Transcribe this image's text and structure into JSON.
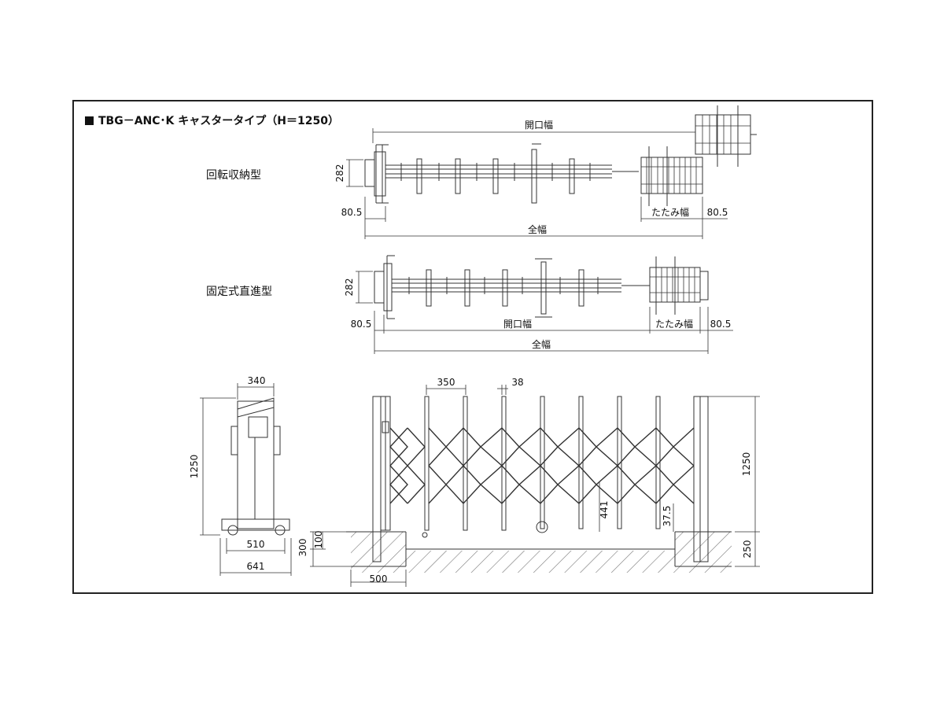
{
  "title": "TBG－ANC･K キャスタータイプ（H＝1250）",
  "types": {
    "rotating": "回転収納型",
    "fixed": "固定式直進型"
  },
  "dims": {
    "opening_width": "開口幅",
    "folded_width": "たたみ幅",
    "total_width": "全幅",
    "d282": "282",
    "d80_5": "80.5",
    "d340": "340",
    "d1250": "1250",
    "d510": "510",
    "d641": "641",
    "d350": "350",
    "d38": "38",
    "d441": "441",
    "d37_5": "37.5",
    "d100": "100",
    "d300": "300",
    "d500": "500",
    "d250": "250"
  },
  "colors": {
    "line": "#333333",
    "frame": "#222222",
    "hatch": "#888888"
  }
}
